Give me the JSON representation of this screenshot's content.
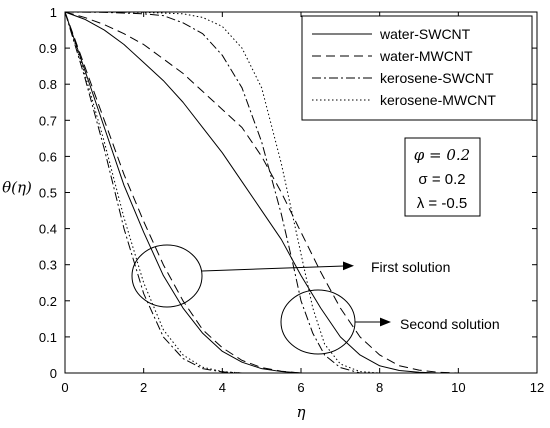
{
  "chart_data": {
    "type": "line",
    "xlabel": "η",
    "ylabel": "θ(η)",
    "xlim": [
      0,
      12
    ],
    "ylim": [
      0,
      1
    ],
    "x_ticks": [
      "0",
      "2",
      "4",
      "6",
      "8",
      "10",
      "12"
    ],
    "y_ticks": [
      "0",
      "0.1",
      "0.2",
      "0.3",
      "0.4",
      "0.5",
      "0.6",
      "0.7",
      "0.8",
      "0.9",
      "1"
    ],
    "legend_position": "top-right",
    "legend": [
      "water-SWCNT",
      "water-MWCNT",
      "kerosene-SWCNT",
      "kerosene-MWCNT"
    ],
    "series": [
      {
        "name": "water-SWCNT",
        "style": "solid",
        "branch": "First solution",
        "points": [
          [
            0,
            1
          ],
          [
            0.5,
            0.84
          ],
          [
            1,
            0.68
          ],
          [
            1.5,
            0.52
          ],
          [
            2,
            0.39
          ],
          [
            2.5,
            0.27
          ],
          [
            3,
            0.18
          ],
          [
            3.5,
            0.11
          ],
          [
            4,
            0.06
          ],
          [
            4.5,
            0.03
          ],
          [
            5,
            0.012
          ],
          [
            5.5,
            0.004
          ],
          [
            6,
            0
          ]
        ]
      },
      {
        "name": "water-MWCNT",
        "style": "dashed",
        "branch": "First solution",
        "points": [
          [
            0,
            1
          ],
          [
            0.5,
            0.85
          ],
          [
            1,
            0.7
          ],
          [
            1.5,
            0.55
          ],
          [
            2,
            0.42
          ],
          [
            2.5,
            0.3
          ],
          [
            3,
            0.2
          ],
          [
            3.5,
            0.12
          ],
          [
            4,
            0.07
          ],
          [
            4.5,
            0.035
          ],
          [
            5,
            0.015
          ],
          [
            5.5,
            0.005
          ],
          [
            6,
            0
          ]
        ]
      },
      {
        "name": "kerosene-SWCNT",
        "style": "dashdot",
        "branch": "First solution",
        "points": [
          [
            0,
            1
          ],
          [
            0.5,
            0.82
          ],
          [
            1,
            0.62
          ],
          [
            1.5,
            0.4
          ],
          [
            2,
            0.22
          ],
          [
            2.5,
            0.1
          ],
          [
            3,
            0.04
          ],
          [
            3.5,
            0.012
          ],
          [
            4,
            0.003
          ],
          [
            4.5,
            0
          ]
        ]
      },
      {
        "name": "kerosene-MWCNT",
        "style": "dotted",
        "branch": "First solution",
        "points": [
          [
            0,
            1
          ],
          [
            0.5,
            0.83
          ],
          [
            1,
            0.64
          ],
          [
            1.5,
            0.43
          ],
          [
            2,
            0.25
          ],
          [
            2.5,
            0.12
          ],
          [
            3,
            0.05
          ],
          [
            3.5,
            0.016
          ],
          [
            4,
            0.004
          ],
          [
            4.5,
            0
          ]
        ]
      },
      {
        "name": "water-SWCNT",
        "style": "solid",
        "branch": "Second solution",
        "points": [
          [
            0,
            1
          ],
          [
            0.5,
            0.98
          ],
          [
            1,
            0.95
          ],
          [
            1.5,
            0.91
          ],
          [
            2,
            0.86
          ],
          [
            2.5,
            0.81
          ],
          [
            3,
            0.75
          ],
          [
            3.5,
            0.68
          ],
          [
            4,
            0.61
          ],
          [
            4.5,
            0.53
          ],
          [
            5,
            0.45
          ],
          [
            5.5,
            0.37
          ],
          [
            6,
            0.27
          ],
          [
            6.5,
            0.18
          ],
          [
            7,
            0.1
          ],
          [
            7.5,
            0.05
          ],
          [
            8,
            0.02
          ],
          [
            8.5,
            0.007
          ],
          [
            9,
            0.002
          ],
          [
            9.5,
            0
          ]
        ]
      },
      {
        "name": "water-MWCNT",
        "style": "dashed",
        "branch": "Second solution",
        "points": [
          [
            0,
            1
          ],
          [
            0.5,
            0.985
          ],
          [
            1,
            0.965
          ],
          [
            1.5,
            0.94
          ],
          [
            2,
            0.91
          ],
          [
            2.5,
            0.87
          ],
          [
            3,
            0.83
          ],
          [
            3.5,
            0.78
          ],
          [
            4,
            0.73
          ],
          [
            4.5,
            0.68
          ],
          [
            5,
            0.6
          ],
          [
            5.5,
            0.5
          ],
          [
            6,
            0.39
          ],
          [
            6.5,
            0.28
          ],
          [
            7,
            0.18
          ],
          [
            7.5,
            0.1
          ],
          [
            8,
            0.05
          ],
          [
            8.5,
            0.02
          ],
          [
            9,
            0.008
          ],
          [
            9.5,
            0.002
          ],
          [
            10,
            0
          ]
        ]
      },
      {
        "name": "kerosene-SWCNT",
        "style": "dashdot",
        "branch": "Second solution",
        "points": [
          [
            0,
            1
          ],
          [
            1,
            0.999
          ],
          [
            2,
            0.995
          ],
          [
            2.5,
            0.99
          ],
          [
            3,
            0.97
          ],
          [
            3.5,
            0.94
          ],
          [
            4,
            0.88
          ],
          [
            4.5,
            0.79
          ],
          [
            5,
            0.64
          ],
          [
            5.5,
            0.44
          ],
          [
            5.8,
            0.3
          ],
          [
            6,
            0.2
          ],
          [
            6.3,
            0.11
          ],
          [
            6.6,
            0.05
          ],
          [
            7,
            0.015
          ],
          [
            7.5,
            0
          ]
        ]
      },
      {
        "name": "kerosene-MWCNT",
        "style": "dotted",
        "branch": "Second solution",
        "points": [
          [
            0,
            1
          ],
          [
            1,
            1
          ],
          [
            2,
            0.999
          ],
          [
            3,
            0.995
          ],
          [
            3.5,
            0.985
          ],
          [
            4,
            0.96
          ],
          [
            4.5,
            0.9
          ],
          [
            5,
            0.79
          ],
          [
            5.5,
            0.58
          ],
          [
            6,
            0.33
          ],
          [
            6.3,
            0.18
          ],
          [
            6.6,
            0.08
          ],
          [
            7,
            0.025
          ],
          [
            7.5,
            0.004
          ],
          [
            8,
            0
          ]
        ]
      }
    ],
    "annotations": {
      "first_solution": "First solution",
      "second_solution": "Second solution"
    },
    "parameters": {
      "phi": "φ = 0.2",
      "sigma": "σ = 0.2",
      "lambda": "λ = -0.5"
    }
  }
}
